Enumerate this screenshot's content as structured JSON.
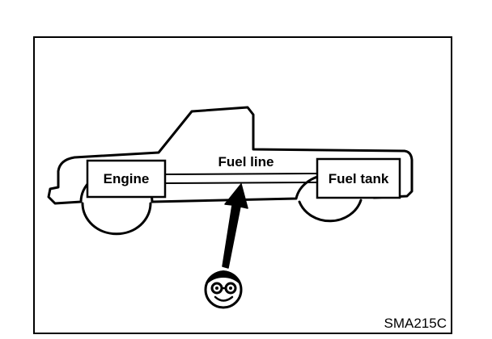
{
  "diagram": {
    "labels": {
      "engine": "Engine",
      "fuel_line": "Fuel line",
      "fuel_tank": "Fuel tank"
    },
    "figure_code": "SMA215C",
    "colors": {
      "ink": "#000000",
      "paper": "#ffffff"
    },
    "icons": [
      "pickup-truck-outline",
      "arrow-up-icon",
      "mechanic-face-icon"
    ]
  }
}
